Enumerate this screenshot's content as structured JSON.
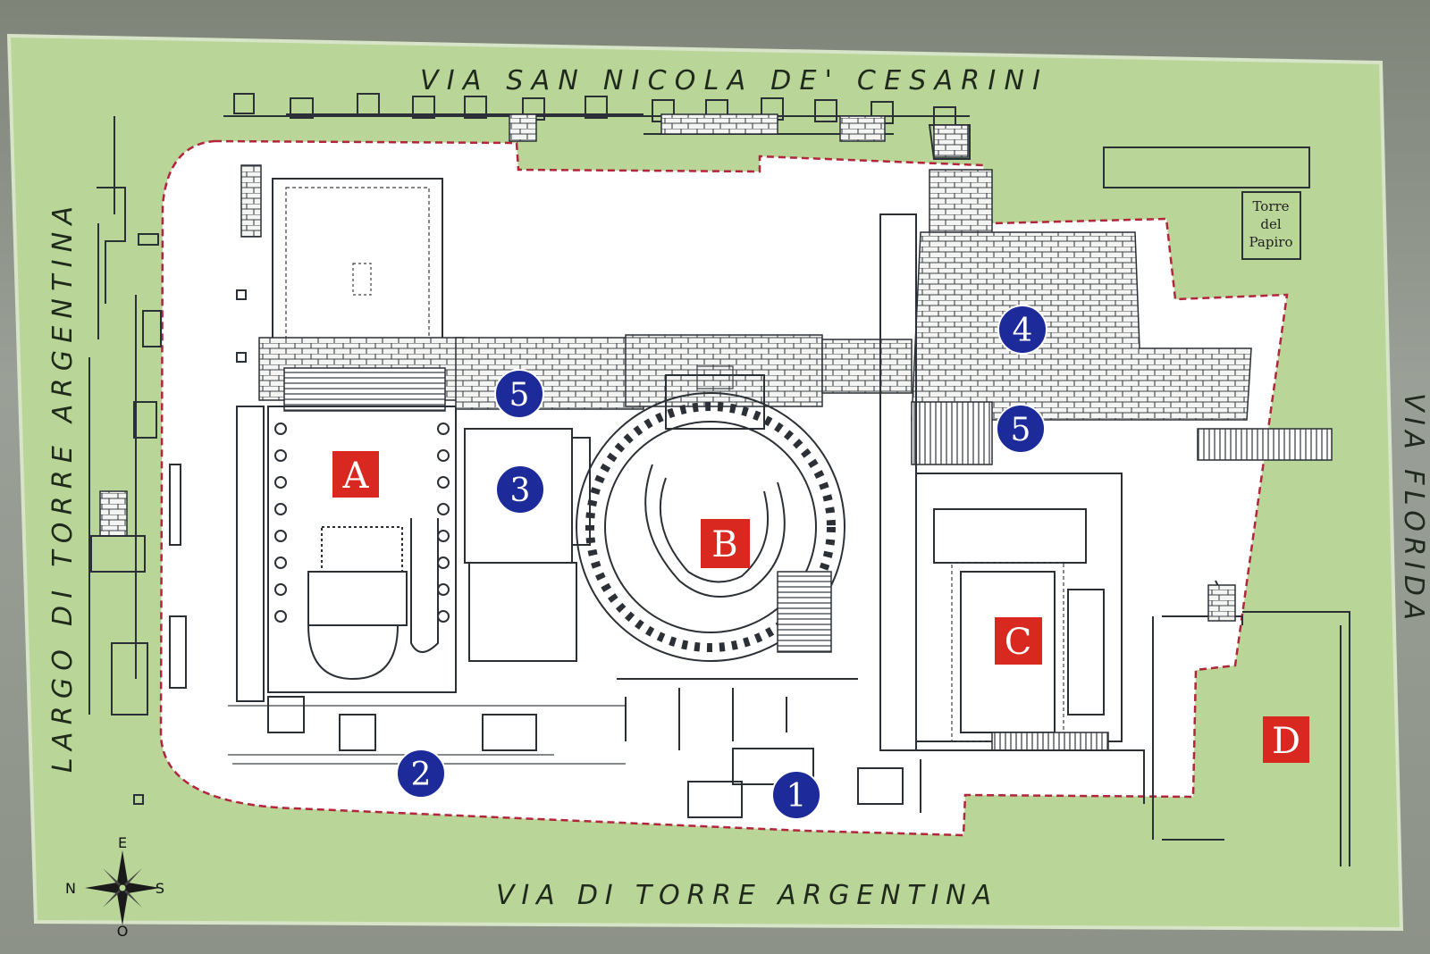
{
  "streets": {
    "north": "VIA SAN NICOLA DE' CESARINI",
    "west": "LARGO DI TORRE ARGENTINA",
    "south": "VIA DI TORRE ARGENTINA",
    "east": "VIA FLORIDA"
  },
  "torre_label": [
    "Torre",
    "del",
    "Papiro"
  ],
  "compass": {
    "north": "N",
    "east": "E",
    "south": "S",
    "west": "O"
  },
  "temples": [
    {
      "id": "temple-a",
      "label": "A"
    },
    {
      "id": "temple-b",
      "label": "B"
    },
    {
      "id": "temple-c",
      "label": "C"
    },
    {
      "id": "temple-d",
      "label": "D"
    }
  ],
  "points": [
    {
      "id": "point-1",
      "label": "1"
    },
    {
      "id": "point-2",
      "label": "2"
    },
    {
      "id": "point-3",
      "label": "3"
    },
    {
      "id": "point-4",
      "label": "4"
    },
    {
      "id": "point-5a",
      "label": "5"
    },
    {
      "id": "point-5b",
      "label": "5"
    }
  ],
  "colors": {
    "background_green": "#b9d597",
    "site_fill": "#ffffff",
    "boundary_red": "#b1263c",
    "temple_marker": "#d8281f",
    "point_marker": "#1c2a9a",
    "line_work": "#2b3036"
  },
  "icons": {
    "compass": "compass-rose-icon"
  }
}
